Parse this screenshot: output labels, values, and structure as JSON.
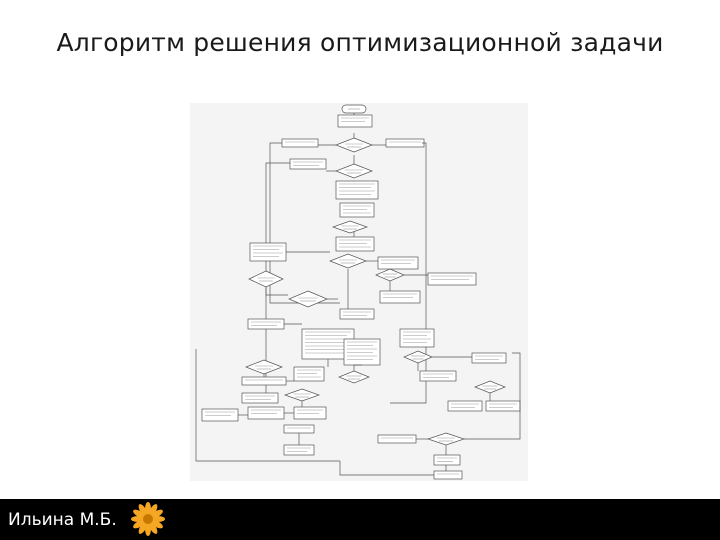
{
  "slide": {
    "title": "Алгоритм решения оптимизационной задачи"
  },
  "footer": {
    "author": "Ильина М.Б.",
    "logo_icon": "flower-logo-icon",
    "background": "#000000",
    "logo_color": "#f5a623"
  },
  "diagram": {
    "type": "flowchart",
    "line_color": "#555555",
    "fill_color": "#ffffff",
    "labels_legible": false
  }
}
